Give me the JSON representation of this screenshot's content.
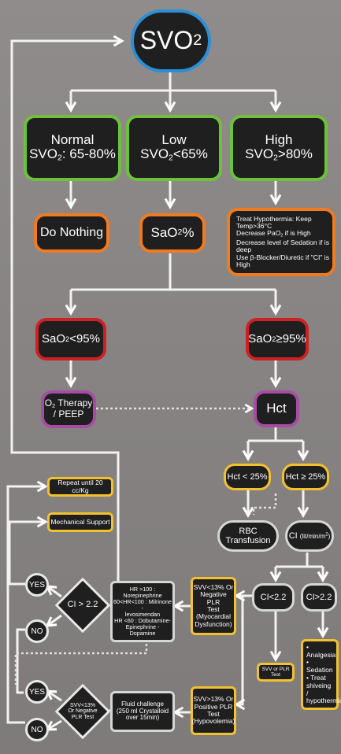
{
  "chart_data": {
    "type": "flowchart",
    "nodes": [
      {
        "id": "svo2",
        "label": "SVO2"
      },
      {
        "id": "normal",
        "label": "Normal SVO2: 65-80%"
      },
      {
        "id": "low",
        "label": "Low SVO2<65%"
      },
      {
        "id": "high",
        "label": "High SVO2>80%"
      },
      {
        "id": "donothing",
        "label": "Do Nothing"
      },
      {
        "id": "sao2",
        "label": "SaO2%"
      },
      {
        "id": "treat",
        "label": "Treat Hypothermia: Keep Temp>36°C / Decrease PaO2 if is High / Decrease level of Sedation if is deep / Use β-Blocker/Diuretic if CI is High"
      },
      {
        "id": "sao2lt95",
        "label": "SaO2<95%"
      },
      {
        "id": "sao2ge95",
        "label": "SaO2≥95%"
      },
      {
        "id": "o2",
        "label": "O2 Therapy / PEEP"
      },
      {
        "id": "hct",
        "label": "Hct"
      },
      {
        "id": "hctlt25",
        "label": "Hct < 25%"
      },
      {
        "id": "hctge25",
        "label": "Hct ≥ 25%"
      },
      {
        "id": "rbc",
        "label": "RBC Transfusion"
      },
      {
        "id": "ci",
        "label": "CI (lit/min/m2)"
      },
      {
        "id": "cilt",
        "label": "CI<2.2"
      },
      {
        "id": "cige",
        "label": "CI>2.2"
      },
      {
        "id": "svwlt",
        "label": "SVV<13% Or Negative PLR Test (Myocardial Dysfunction)"
      },
      {
        "id": "svvplr",
        "label": "SVV or PLR Test"
      },
      {
        "id": "analgesia",
        "label": "Analgesia / Sedation / Treat shivering / hypothermia"
      },
      {
        "id": "inotrope",
        "label": "HR>100: Norepinephrine / 60<HR<100: Milrinone - levosimendan / HR<60: Dobutamine - Epinephrine - Dopamine"
      },
      {
        "id": "svvgt",
        "label": "SVV>13% Or Positive PLR Test (Hypovolemia)"
      },
      {
        "id": "fluid",
        "label": "Fluid challenge (250 ml Crystalloid over 15min)"
      },
      {
        "id": "d1",
        "label": "CI > 2.2"
      },
      {
        "id": "d2",
        "label": "SVV<13% Or Negative PLR Test"
      },
      {
        "id": "repeat",
        "label": "Repeat until 20 cc/Kg"
      },
      {
        "id": "mech",
        "label": "Mechanical Support"
      }
    ]
  },
  "n": {
    "svo2": "SVO",
    "svo2_sub": "2",
    "normal_1": "Normal",
    "normal_2a": "SVO",
    "normal_2b": ": 65-80%",
    "low_1": "Low",
    "low_2a": "SVO",
    "low_2b": "<65%",
    "high_1": "High",
    "high_2a": "SVO",
    "high_2b": ">80%",
    "sub2": "2",
    "donothing": "Do Nothing",
    "sao2_a": "SaO",
    "sao2_b": "%",
    "treat_1": "Treat Hypothermia: Keep Temp>36°C",
    "treat_2a": "Decrease PaO",
    "treat_2b": " if is High",
    "treat_3": "Decrease level of Sedation if is deep",
    "treat_4": "Use β-Blocker/Diuretic if \"CI\" is High",
    "sao2lt_a": "SaO",
    "sao2lt_b": "<95%",
    "sao2ge_a": "SaO",
    "sao2ge_b": "≥95%",
    "o2_a": "O",
    "o2_b": " Therapy",
    "o2_c": "/ PEEP",
    "hct": "Hct",
    "hctlt": "Hct < 25%",
    "hctge": "Hct ≥ 25%",
    "rbc": "RBC Transfusion",
    "ci_a": "CI",
    "ci_b": "(lit/min/m",
    "ci_c": "2",
    "ci_d": ")",
    "cilt": "CI<2.2",
    "cige": "CI>2.2",
    "svwlt_1": "SVV<13% Or",
    "svwlt_2": "Negative PLR",
    "svwlt_3": "Test (Myocardial",
    "svwlt_4": "Dysfunction)",
    "svvplr": "SVV or PLR Test",
    "an_1": "• Analgesia",
    "an_2": "• Sedation",
    "an_3": "• Treat shiveing",
    "an_4": "/ hypothermia",
    "ino_1": "HR >100 : Norepinephrine",
    "ino_2": "60<HR<100 : Milrinone -",
    "ino_3": "levosimendan",
    "ino_4": "HR <60 : Dobutamine-",
    "ino_5": "Epinephrine - Dopamine",
    "svvgt_1": "SVV>13% Or",
    "svvgt_2": "Positive PLR Test",
    "svvgt_3": "(Hypovolemia)",
    "fl_1": "Fluid challenge",
    "fl_2": "(250 ml Crystalloid",
    "fl_3": "over 15min)",
    "d1": "CI > 2.2",
    "d2_1": "SVV<13%",
    "d2_2": "Or Negative",
    "d2_3": "PLR Test",
    "repeat": "Repeat until 20 cc/Kg",
    "mech": "Mechanical Support",
    "yes": "YES",
    "no": "NO"
  }
}
